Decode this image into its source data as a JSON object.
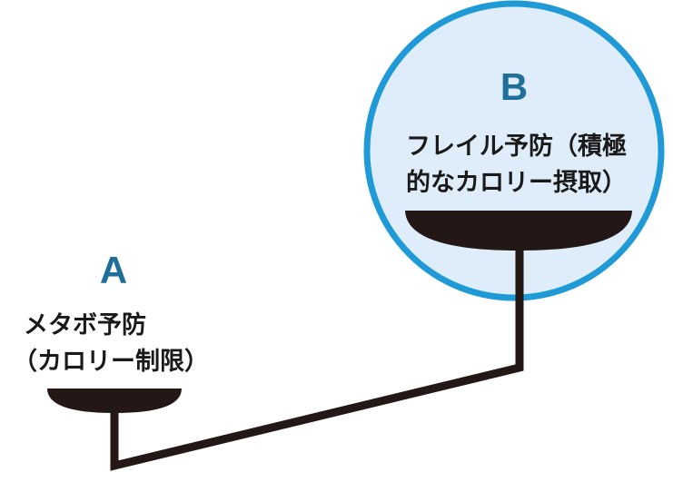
{
  "colors": {
    "accent_blue": "#1f9ad6",
    "letter_blue": "#1f6f9a",
    "circle_fill": "#deedf9",
    "ink": "#1a1a1a",
    "beam": "#231815"
  },
  "icons": {
    "left_pan": "bowl-pan-icon",
    "right_pan": "bowl-pan-icon"
  },
  "option_a": {
    "letter": "A",
    "line1": "メタボ予防",
    "line2": "（カロリー制限）"
  },
  "option_b": {
    "letter": "B",
    "line1": "フレイル予防（積極",
    "line2": "的なカロリー摂取）"
  }
}
